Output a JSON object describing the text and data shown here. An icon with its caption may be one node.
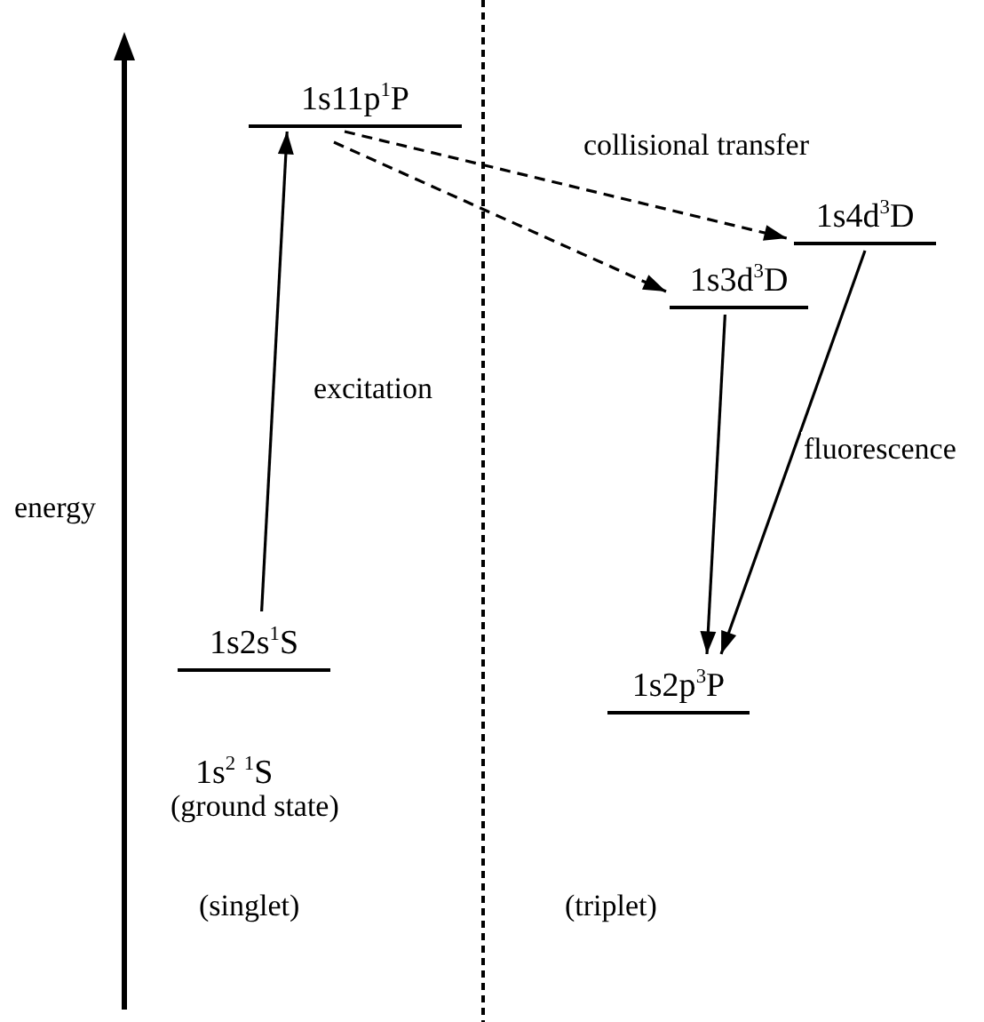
{
  "diagram": {
    "nodes": [
      {
        "text": [
          "1s11p$^{1}$P"
        ]
      },
      {
        "text": [
          "1s4d$^{3}$D"
        ]
      },
      {
        "text": [
          "1s3d$^{3}$D"
        ]
      },
      {
        "text": [
          "1s2s$^{1}$S"
        ]
      },
      {
        "text": [
          "1s2p$^{3}$P"
        ]
      }
    ],
    "edges": [
      {
        "from": 3,
        "to": 0,
        "arrow": "to",
        "label": "excitation"
      },
      {
        "from": 0,
        "to": 1,
        "arrow": "to",
        "style": "dashed",
        "label": "collisional transfer"
      },
      {
        "from": 0,
        "to": 2,
        "arrow": "to",
        "style": "dashed"
      },
      {
        "from": 2,
        "to": 4,
        "arrow": "to"
      },
      {
        "from": 1,
        "to": 4,
        "arrow": "to",
        "label": "fluorescence"
      }
    ],
    "labels": [
      "energy",
      "1s$^{2}$ $^{1}$S",
      "(ground state)",
      "(singlet)",
      "(triplet)"
    ]
  }
}
